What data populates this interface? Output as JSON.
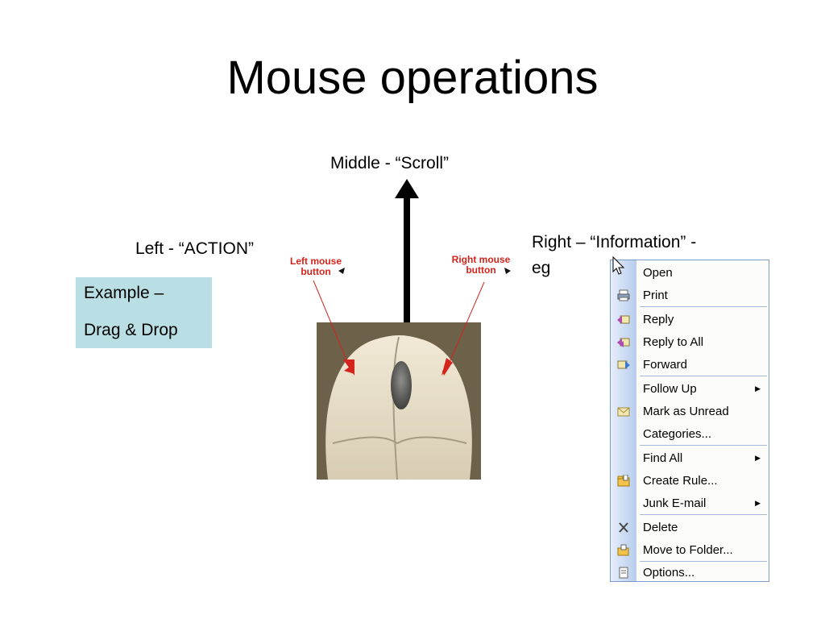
{
  "slide": {
    "title": "Mouse operations",
    "middle_label": "Middle - “Scroll”",
    "left_label": "Left - “ACTION”",
    "right_label_line1": "Right – “Information” -",
    "right_label_line2": "eg"
  },
  "example": {
    "line1": "Example –",
    "line2": "Drag & Drop"
  },
  "photo": {
    "left_button_line1": "Left mouse",
    "left_button_line2": "button",
    "right_button_line1": "Right mouse",
    "right_button_line2": "button"
  },
  "context_menu": {
    "items": [
      {
        "label": "Open",
        "icon": "cursor-icon"
      },
      {
        "label": "Print",
        "icon": "printer-icon"
      },
      {
        "label": "Reply",
        "icon": "reply-icon"
      },
      {
        "label": "Reply to All",
        "icon": "reply-all-icon"
      },
      {
        "label": "Forward",
        "icon": "forward-icon"
      },
      {
        "label": "Follow Up",
        "icon": "",
        "submenu": true
      },
      {
        "label": "Mark as Unread",
        "icon": "envelope-icon"
      },
      {
        "label": "Categories...",
        "icon": ""
      },
      {
        "label": "Find All",
        "icon": "",
        "submenu": true
      },
      {
        "label": "Create Rule...",
        "icon": "rule-folder-icon"
      },
      {
        "label": "Junk E-mail",
        "icon": "",
        "submenu": true
      },
      {
        "label": "Delete",
        "icon": "delete-x-icon"
      },
      {
        "label": "Move to Folder...",
        "icon": "move-folder-icon"
      },
      {
        "label": "Options...",
        "icon": "options-icon"
      }
    ]
  },
  "colors": {
    "example_box": "#b9dfe4",
    "photo_label": "#d4241c",
    "menu_border": "#7c9bc7"
  }
}
